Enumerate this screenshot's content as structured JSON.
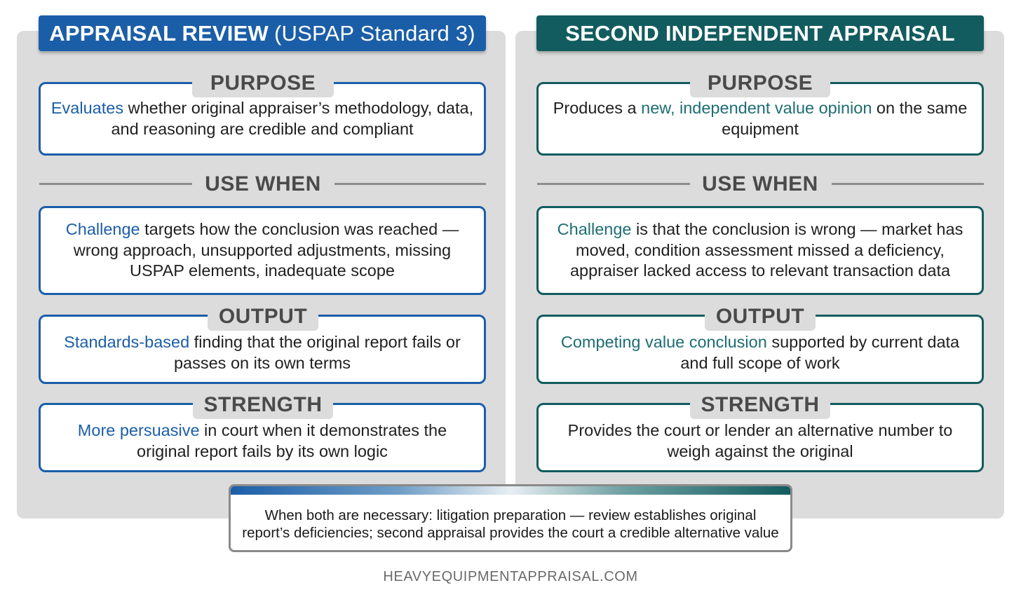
{
  "left": {
    "title_bold": "APPRAISAL REVIEW",
    "title_normal": "(USPAP Standard 3)",
    "purpose": {
      "label": "PURPOSE",
      "hl": "Evaluates",
      "rest": " whether original appraiser’s methodology, data, and reasoning are credible and compliant"
    },
    "use_when": {
      "label": "USE WHEN",
      "hl": "Challenge",
      "rest": " targets how the conclusion was reached — wrong approach, unsupported adjustments, missing USPAP elements, inadequate scope"
    },
    "output": {
      "label": "OUTPUT",
      "hl": "Standards-based",
      "rest": " finding that the original report fails or passes on its own terms"
    },
    "strength": {
      "label": "STRENGTH",
      "hl": "More persuasive",
      "rest": " in court when it demonstrates the original report fails by its own logic"
    }
  },
  "right": {
    "title": "SECOND INDEPENDENT APPRAISAL",
    "purpose": {
      "label": "PURPOSE",
      "pre": "Produces a ",
      "hl": "new, independent value opinion",
      "rest": " on the same equipment"
    },
    "use_when": {
      "label": "USE WHEN",
      "hl": "Challenge",
      "rest": " is that the conclusion is wrong — market has moved, condition assessment missed a deficiency, appraiser lacked access to relevant transaction data"
    },
    "output": {
      "label": "OUTPUT",
      "hl": "Competing value conclusion",
      "rest": " supported by current data and full scope of work"
    },
    "strength": {
      "label": "STRENGTH",
      "text": "Provides the court or lender an alternative number to weigh against the original"
    }
  },
  "bottom_note": "When both are necessary: litigation preparation — review establishes original report’s deficiencies; second appraisal provides the court a credible alternative value",
  "footer": "HEAVYEQUIPMENTAPPRAISAL.COM",
  "colors": {
    "left_accent": "#1b5ea8",
    "right_accent": "#125c5f",
    "panel_bg": "#dcdcdc"
  }
}
